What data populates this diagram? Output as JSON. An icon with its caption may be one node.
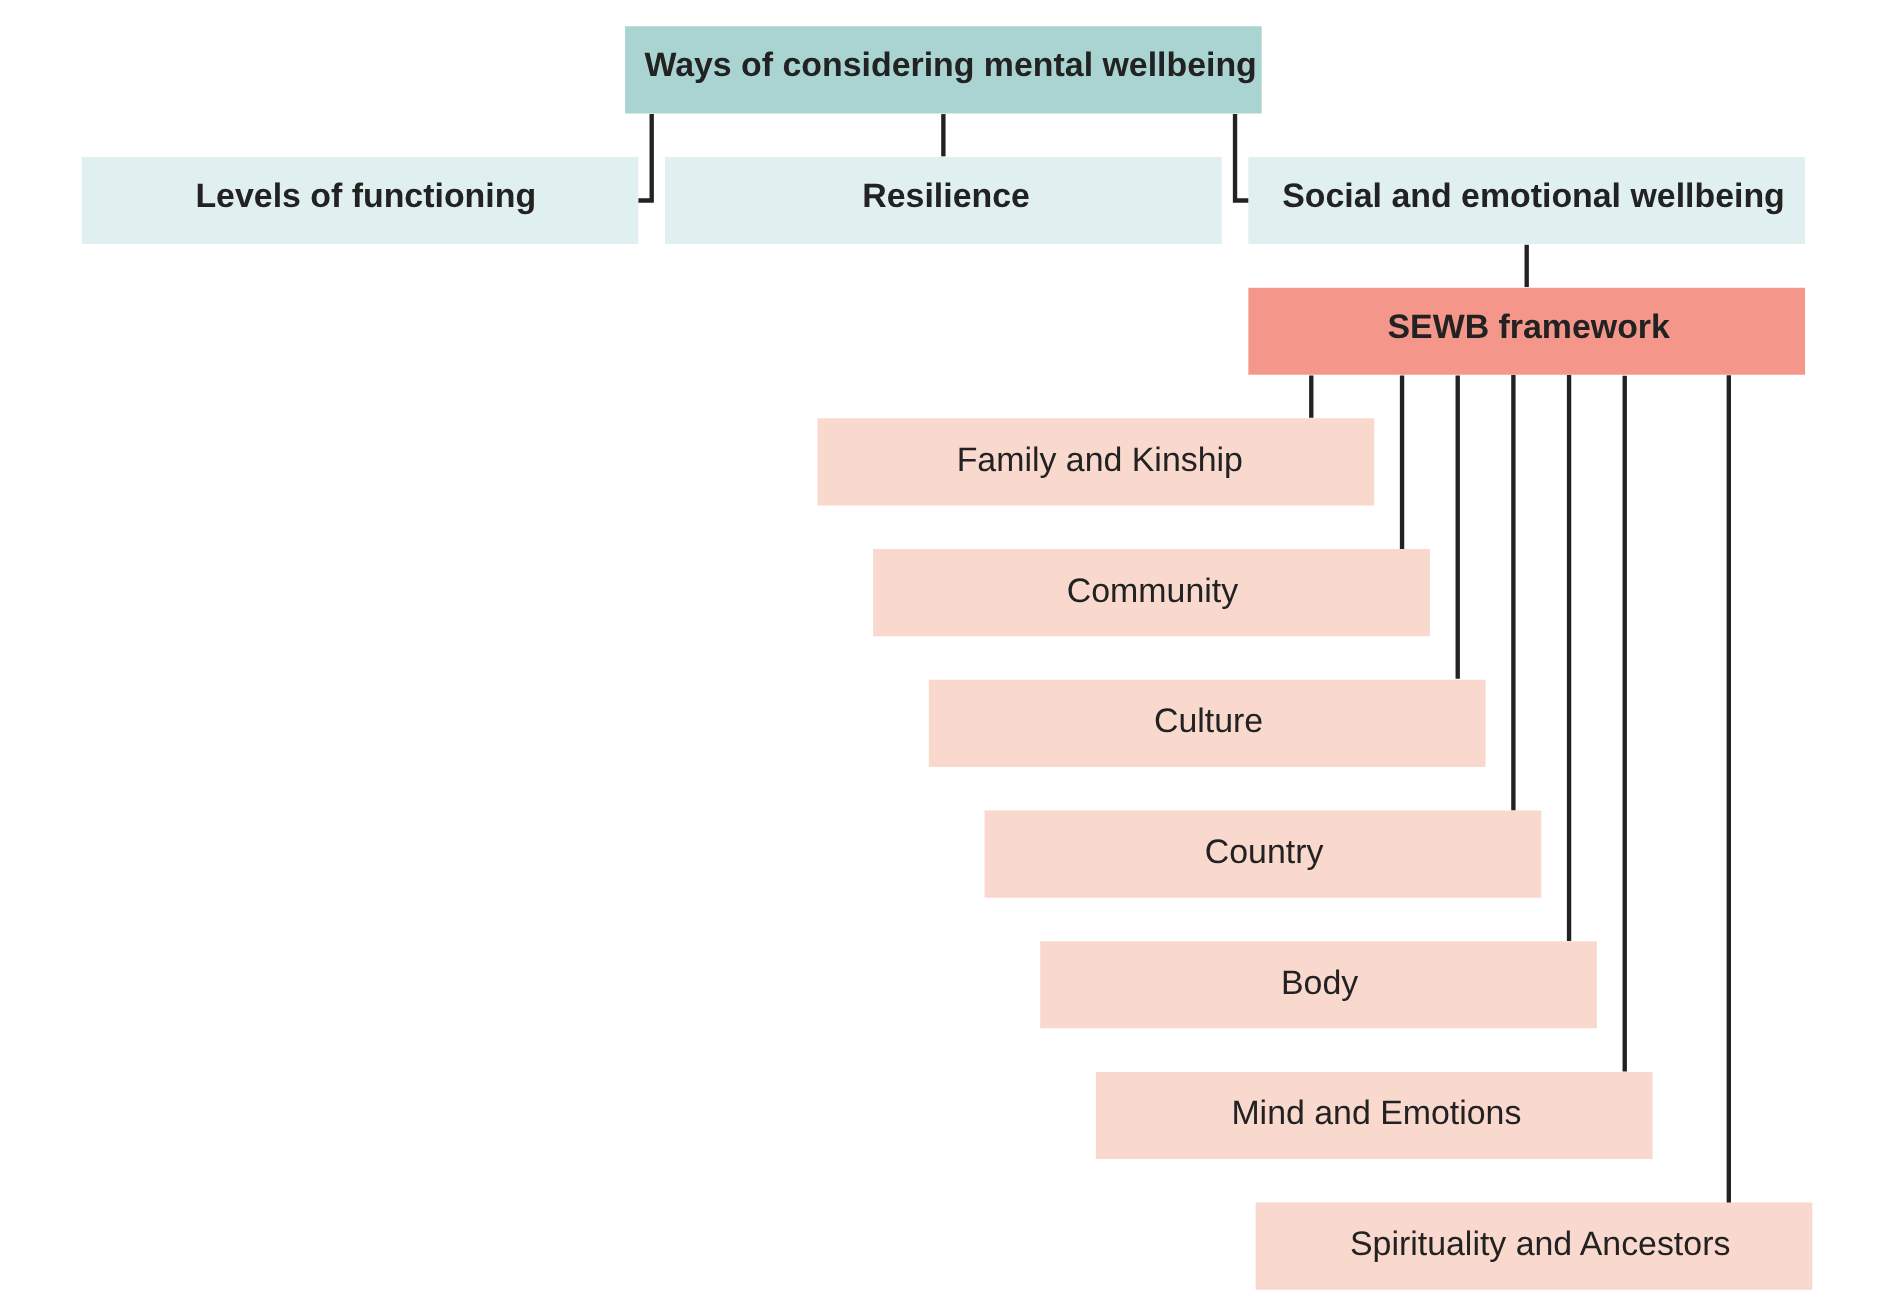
{
  "diagram": {
    "nodes": [
      {
        "text": [
          "Ways of considering mental wellbeing"
        ]
      },
      {
        "text": [
          "Levels of functioning"
        ]
      },
      {
        "text": [
          "Resilience"
        ]
      },
      {
        "text": [
          "Social and emotional wellbeing"
        ]
      },
      {
        "text": [
          "SEWB framework"
        ]
      },
      {
        "text": [
          "Family and Kinship"
        ]
      },
      {
        "text": [
          "Community"
        ]
      },
      {
        "text": [
          "Culture"
        ]
      },
      {
        "text": [
          "Country"
        ]
      },
      {
        "text": [
          "Body"
        ]
      },
      {
        "text": [
          "Mind and Emotions"
        ]
      },
      {
        "text": [
          "Spirituality and Ancestors"
        ]
      }
    ],
    "edges": [
      {
        "from": 0,
        "to": 1,
        "arrow": "none"
      },
      {
        "from": 0,
        "to": 2,
        "arrow": "none"
      },
      {
        "from": 0,
        "to": 3,
        "arrow": "none"
      },
      {
        "from": 3,
        "to": 4,
        "arrow": "none"
      },
      {
        "from": 4,
        "to": 5,
        "arrow": "none"
      },
      {
        "from": 4,
        "to": 6,
        "arrow": "none"
      },
      {
        "from": 4,
        "to": 7,
        "arrow": "none"
      },
      {
        "from": 4,
        "to": 8,
        "arrow": "none"
      },
      {
        "from": 4,
        "to": 9,
        "arrow": "none"
      },
      {
        "from": 4,
        "to": 10,
        "arrow": "none"
      },
      {
        "from": 4,
        "to": 11,
        "arrow": "none"
      }
    ]
  }
}
